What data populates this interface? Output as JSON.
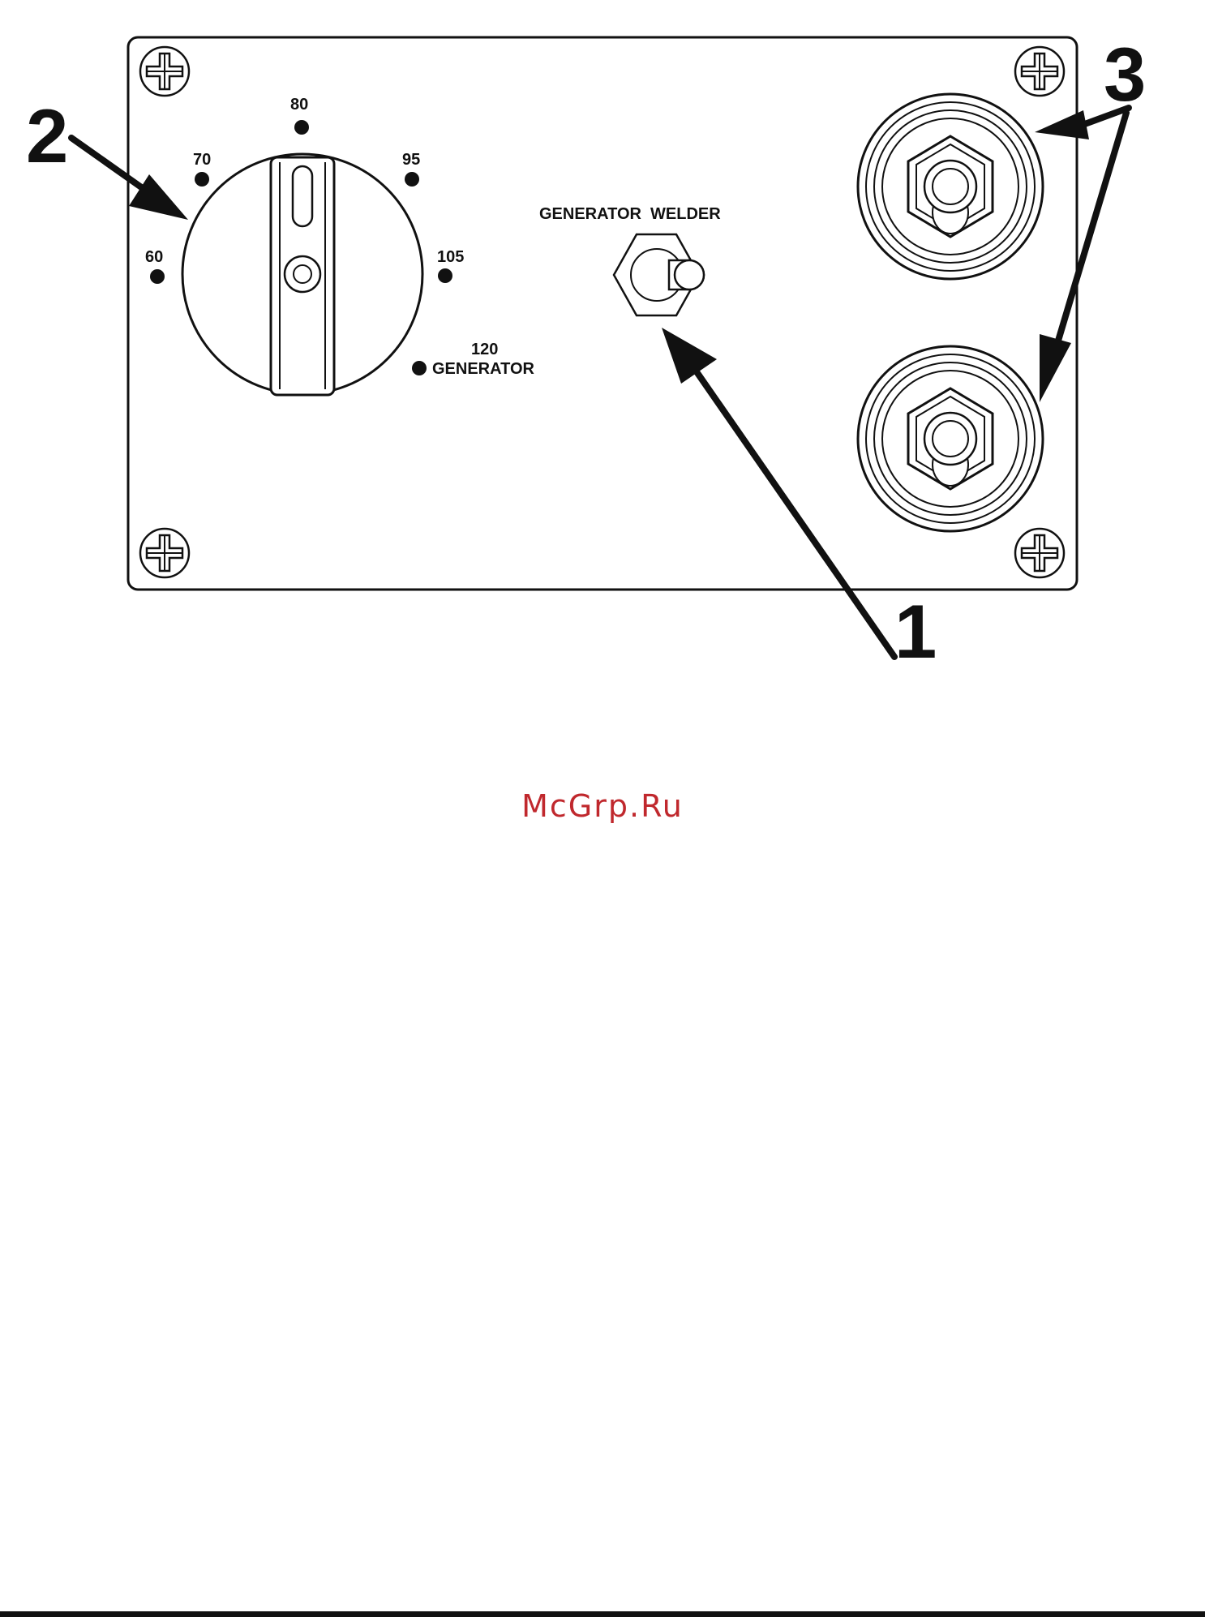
{
  "panel": {
    "dial": {
      "marks": [
        "60",
        "70",
        "80",
        "95",
        "105"
      ],
      "generator_mark_value": "120",
      "generator_mark_label": "GENERATOR"
    },
    "switch_label": "GENERATOR  WELDER"
  },
  "callouts": [
    "1",
    "2",
    "3"
  ],
  "watermark": "McGrp.Ru",
  "colors": {
    "line": "#111111",
    "watermark": "#c0282d",
    "background": "#ffffff"
  }
}
